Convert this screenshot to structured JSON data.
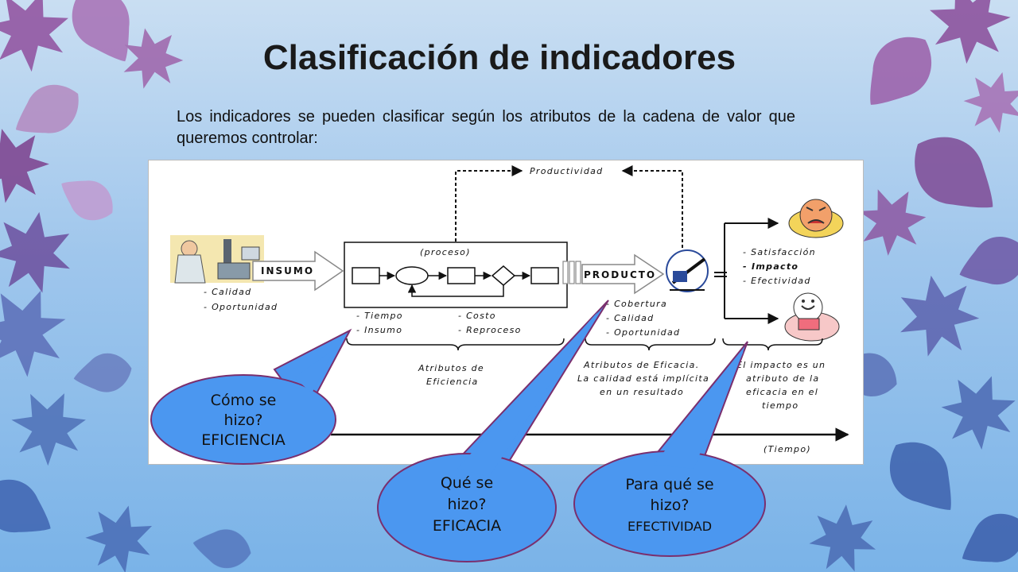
{
  "title": "Clasificación de indicadores",
  "subtitle": "Los indicadores se pueden clasificar  según los atributos de la cadena de valor que queremos controlar:",
  "diagram": {
    "productividad": "Productividad",
    "proceso": "(proceso)",
    "insumo": "INSUMO",
    "producto": "PRODUCTO",
    "insumo_attr_1": "- Calidad",
    "insumo_attr_2": "- Oportunidad",
    "proceso_attr_1": "- Tiempo",
    "proceso_attr_2": "- Insumo",
    "proceso_attr_3": "- Costo",
    "proceso_attr_4": "- Reproceso",
    "producto_attr_1": "- Cobertura",
    "producto_attr_2": "- Calidad",
    "producto_attr_3": "- Oportunidad",
    "impacto_attr_1": "- Satisfacción",
    "impacto_attr_2": "- Impacto",
    "impacto_attr_3": "- Efectividad",
    "eficiencia_1": "Atributos de",
    "eficiencia_2": "Eficiencia",
    "eficacia_1": "Atributos de Eficacia.",
    "eficacia_2": "La calidad está implícita",
    "eficacia_3": "en un resultado",
    "impacto_note_1": "El impacto es un",
    "impacto_note_2": "atributo de la",
    "impacto_note_3": "eficacia en el",
    "impacto_note_4": "tiempo",
    "tiempo": "(Tiempo)"
  },
  "callouts": {
    "como_1": "Cómo se",
    "como_2": "hizo?",
    "como_3": "EFICIENCIA",
    "que_1": "Qué se",
    "que_2": "hizo?",
    "que_3": "EFICACIA",
    "para_1": "Para qué se",
    "para_2": "hizo?",
    "para_3": "EFECTIVIDAD"
  },
  "colors": {
    "callout_fill": "#4b97f0",
    "callout_stroke": "#7a2f6e",
    "leaf_purple": "#9a5aa8",
    "leaf_blue": "#5a78b8"
  }
}
